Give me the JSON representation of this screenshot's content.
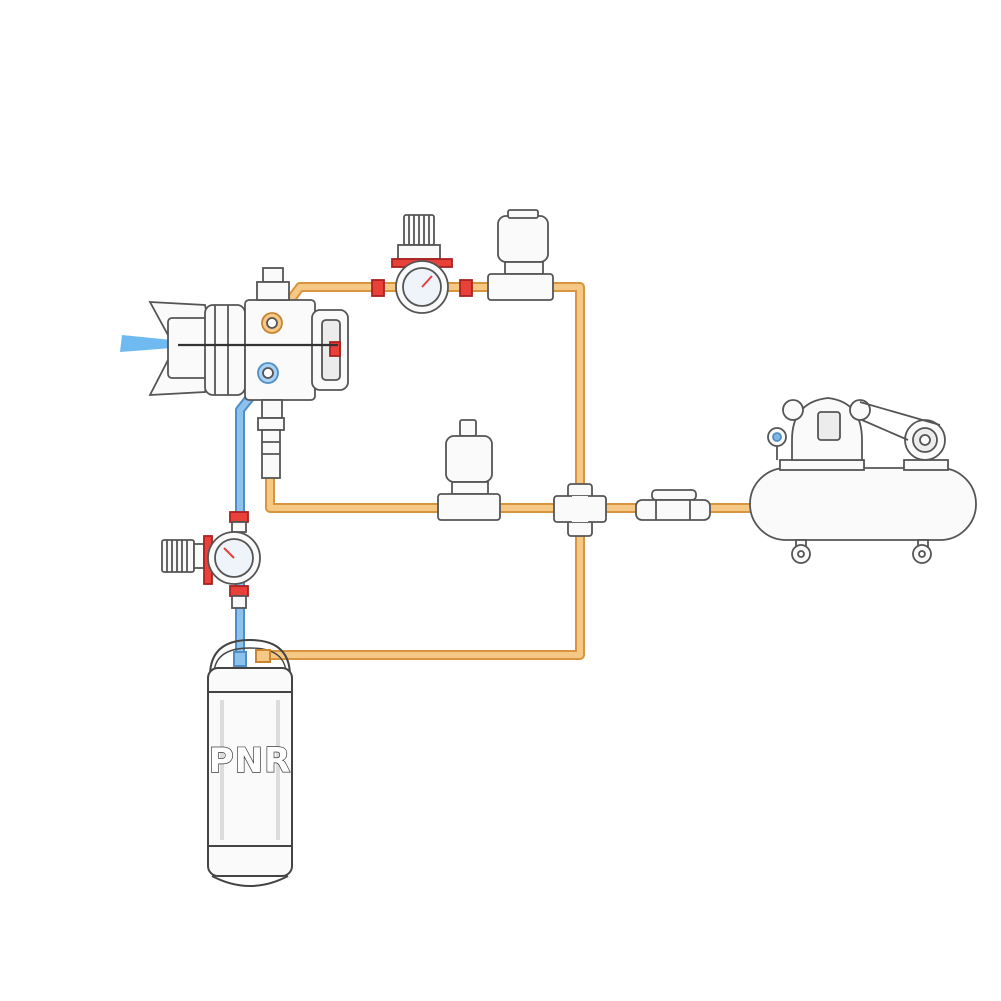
{
  "diagram": {
    "tank_label": "PNR",
    "components": [
      "spray-nozzle-assembly",
      "air-pressure-regulator-top",
      "solenoid-valve-top",
      "solenoid-valve-middle",
      "pipe-cross-fitting",
      "inline-filter",
      "air-compressor",
      "liquid-pressure-regulator",
      "pressure-tank"
    ],
    "colors": {
      "air_line": "#f2b866",
      "air_line_edge": "#d9953e",
      "liquid_line": "#7fb6e4",
      "liquid_line_edge": "#4f8fc6",
      "spray_mist": "#5fb4f0",
      "regulator_red": "#e8413a",
      "outline": "#555555"
    }
  }
}
